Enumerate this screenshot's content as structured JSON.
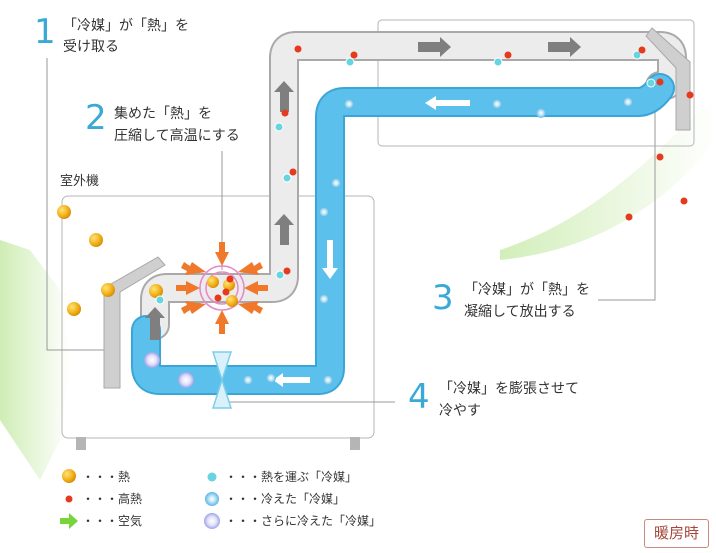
{
  "colors": {
    "refrigerant_pipe": "#5cc0ec",
    "pipe_outline": "#3aa6d8",
    "gray_pipe": "#d3d3d3",
    "heat_ball": "#f2b31a",
    "high_heat_dot": "#e53a1e",
    "air_arrow": "#77d43a",
    "step_number": "#3aa9d6",
    "badge_text": "#a7473c"
  },
  "steps": [
    {
      "number": "1",
      "lines": [
        "「冷媒」が「熱」を",
        "受け取る"
      ]
    },
    {
      "number": "2",
      "lines": [
        "集めた「熱」を",
        "圧縮して高温にする"
      ]
    },
    {
      "number": "3",
      "lines": [
        "「冷媒」が「熱」を",
        "凝縮して放出する"
      ]
    },
    {
      "number": "4",
      "lines": [
        "「冷媒」を膨張させて",
        "冷やす"
      ]
    }
  ],
  "outdoor_unit_label": "室外機",
  "legend": [
    {
      "icon": "heat-ball-icon",
      "label": "・・・熱"
    },
    {
      "icon": "high-heat-dot-icon",
      "label": "・・・高熱"
    },
    {
      "icon": "air-arrow-icon",
      "label": "・・・空気"
    },
    {
      "icon": "refrigerant-dot-icon",
      "label": "・・・熱を運ぶ「冷媒」"
    },
    {
      "icon": "cooled-refrigerant-icon",
      "label": "・・・冷えた「冷媒」"
    },
    {
      "icon": "extra-cooled-refrigerant-icon",
      "label": "・・・さらに冷えた「冷媒」"
    }
  ],
  "mode_badge": "暖房時"
}
